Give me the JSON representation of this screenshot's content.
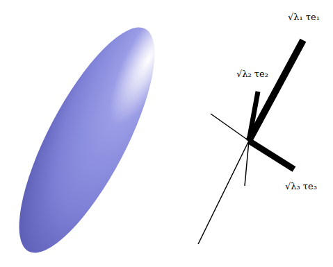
{
  "diagram": {
    "labels": [
      "√λ₁ τe₁",
      "√λ₂ τe₂",
      "√λ₃ τe₃"
    ]
  }
}
